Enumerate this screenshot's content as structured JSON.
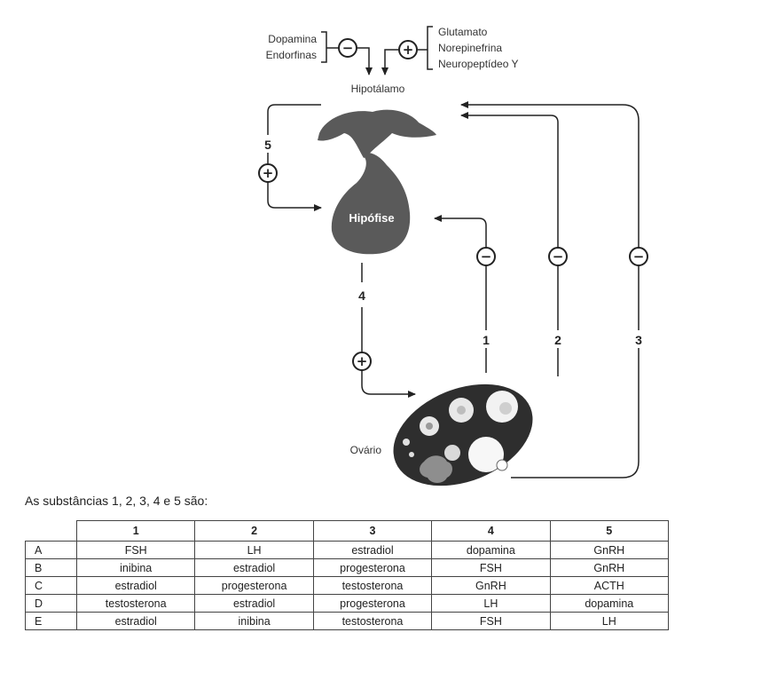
{
  "diagram": {
    "inhibitors_group": [
      "Dopamina",
      "Endorfinas"
    ],
    "stimulators_group": [
      "Glutamato",
      "Norepinefrina",
      "Neuropeptídeo Y"
    ],
    "hypothalamus_label": "Hipotálamo",
    "pituitary_label": "Hipófise",
    "ovary_label": "Ovário",
    "plus_sign": "+",
    "minus_sign": "−",
    "pathway_numbers": [
      "1",
      "2",
      "3",
      "4",
      "5"
    ],
    "colors": {
      "gland_fill": "#5a5a5a",
      "ovary_fill": "#2e2e2e",
      "line": "#222222"
    }
  },
  "question": "As substâncias 1, 2, 3, 4 e 5 são:",
  "table": {
    "headers": [
      "1",
      "2",
      "3",
      "4",
      "5"
    ],
    "rows": [
      {
        "label": "A",
        "cells": [
          "FSH",
          "LH",
          "estradiol",
          "dopamina",
          "GnRH"
        ]
      },
      {
        "label": "B",
        "cells": [
          "inibina",
          "estradiol",
          "progesterona",
          "FSH",
          "GnRH"
        ]
      },
      {
        "label": "C",
        "cells": [
          "estradiol",
          "progesterona",
          "testosterona",
          "GnRH",
          "ACTH"
        ]
      },
      {
        "label": "D",
        "cells": [
          "testosterona",
          "estradiol",
          "progesterona",
          "LH",
          "dopamina"
        ]
      },
      {
        "label": "E",
        "cells": [
          "estradiol",
          "inibina",
          "testosterona",
          "FSH",
          "LH"
        ]
      }
    ]
  }
}
